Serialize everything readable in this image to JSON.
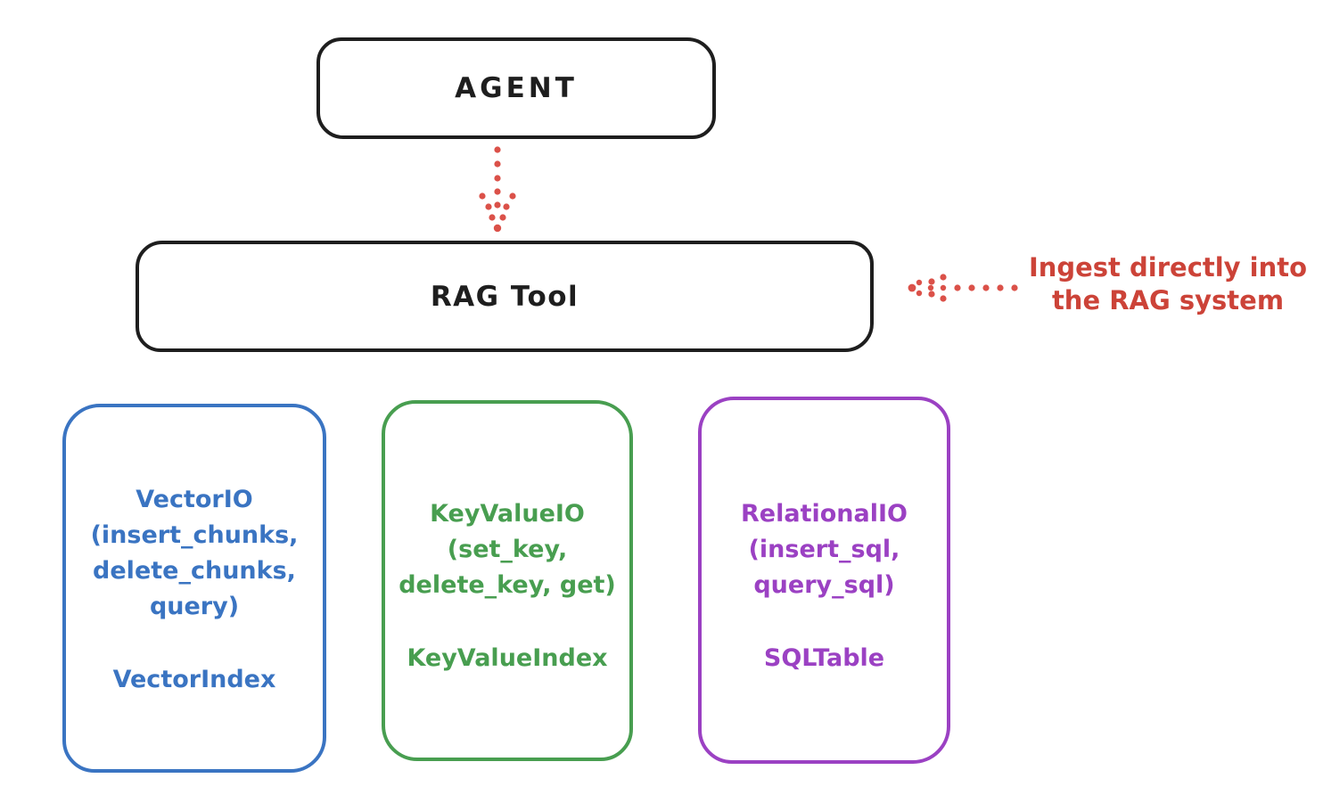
{
  "colors": {
    "background": "#ffffff",
    "ink": "#1e1e1e",
    "arrow_red": "#db5149",
    "annotation_red": "#cc4338",
    "vector_blue": "#3a74c2",
    "keyvalue_green": "#489e50",
    "relational_purple": "#9b41c3"
  },
  "nodes": {
    "agent": {
      "label": "AGENT"
    },
    "rag_tool": {
      "label": "RAG Tool"
    },
    "vector_io": {
      "lines": [
        "VectorIO",
        "(insert_chunks,",
        "delete_chunks,",
        "query)"
      ],
      "footer": "VectorIndex"
    },
    "key_value_io": {
      "lines": [
        "KeyValueIO",
        "(set_key,",
        "delete_key, get)"
      ],
      "footer": "KeyValueIndex"
    },
    "relational_io": {
      "lines": [
        "RelationalIO",
        "(insert_sql,",
        "query_sql)"
      ],
      "footer": "SQLTable"
    }
  },
  "annotation": {
    "lines": [
      "Ingest directly into",
      "the RAG system"
    ]
  }
}
